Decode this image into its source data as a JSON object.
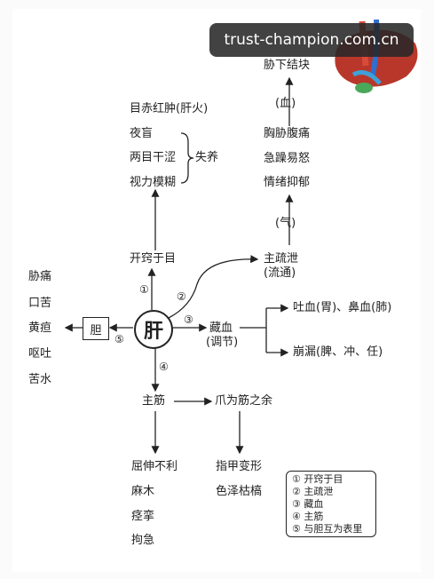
{
  "watermark": "trust-champion.com.cn",
  "center": "肝",
  "gall": "胆",
  "left_list": [
    "胁痛",
    "口苦",
    "黄疸",
    "呕吐",
    "苦水"
  ],
  "top_branch": {
    "node": "开窍于目",
    "items": [
      "目赤红肿(肝火)",
      "夜盲",
      "两目干涩",
      "视力模糊"
    ],
    "group_label": "失养"
  },
  "right_up": {
    "node_line1": "主疏泄",
    "node_line2": "(流通)",
    "qi": "(气)",
    "emotions": [
      "情绪抑郁",
      "急躁易怒",
      "胸胁腹痛"
    ],
    "blood": "(血)",
    "top": "胁下结块"
  },
  "right_mid": {
    "node_line1": "藏血",
    "node_line2": "(调节)",
    "out1": "吐血(胃)、鼻血(肺)",
    "out2": "崩漏(脾、冲、任)"
  },
  "down_branch": {
    "node": "主筋",
    "right_node": "爪为筋之余",
    "left_items": [
      "屈伸不利",
      "麻木",
      "痉挛",
      "拘急"
    ],
    "right_items": [
      "指甲变形",
      "色泽枯槁"
    ]
  },
  "numbers": {
    "n1": "①",
    "n2": "②",
    "n3": "③",
    "n4": "④",
    "n5": "⑤"
  },
  "legend": [
    "① 开窍于目",
    "② 主疏泄",
    "③ 藏血",
    "④ 主筋",
    "⑤ 与胆互为表里"
  ]
}
